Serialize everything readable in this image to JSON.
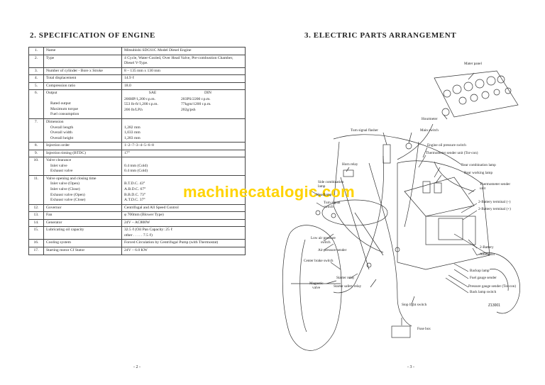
{
  "left": {
    "heading": "2. SPECIFICATION OF ENGINE",
    "page_number": "- 2 -",
    "rows": [
      {
        "num": "1.",
        "item": "Name",
        "value": "Mitsubishi SDC61C Model Diesel Engine"
      },
      {
        "num": "2.",
        "item": "Type",
        "value": "4 Cycle, Water-Cooled, Over Head Valve, Pre-combustion Chamber, Diesel V-Type."
      },
      {
        "num": "3.",
        "item": "Number of cylinder - Bore x Stroke",
        "value": "8 – 135 mm x 130 mm"
      },
      {
        "num": "4.",
        "item": "Total displacement",
        "value": "14.9 ℓ"
      },
      {
        "num": "5.",
        "item": "Compression ratio",
        "value": "18.0"
      },
      {
        "num": "6.",
        "item": "Output",
        "sae": "SAE",
        "din": "DIN",
        "subs": [
          {
            "label": "Rated output",
            "sae": "200HP/1,200 r.p.m.",
            "din": "203PS/2200 r.p.m."
          },
          {
            "label": "Maximum torque",
            "sae": "553 lb-ft/1,200 r.p.m.",
            "din": "77kgm/1200 r.p.m."
          },
          {
            "label": "Fuel consumption",
            "sae": "206 lb/LP.h",
            "din": "202g/psh"
          }
        ]
      },
      {
        "num": "7.",
        "item": "Dimension",
        "subs": [
          {
            "label": "Overall length",
            "value": "1,282 mm"
          },
          {
            "label": "Overall width",
            "value": "1,033 mm"
          },
          {
            "label": "Overall height",
            "value": "1,283 mm"
          }
        ]
      },
      {
        "num": "8.",
        "item": "Injection order",
        "value": "1–2–7–3–4–5–6–8"
      },
      {
        "num": "9.",
        "item": "Injection timing (BTDC)",
        "value": "17°"
      },
      {
        "num": "10.",
        "item": "Valve clearance",
        "subs": [
          {
            "label": "Inlet valve",
            "value": "0.4 mm (Cold)"
          },
          {
            "label": "Exhaust valve",
            "value": "0.4 mm (Cold)"
          }
        ]
      },
      {
        "num": "11.",
        "item": "Valve opening and closing time",
        "subs": [
          {
            "label": "Inlet valve (Open)",
            "value": "B.T.D.C. 43°"
          },
          {
            "label": "Inlet valve (Close)",
            "value": "A.B.D.C. 67°"
          },
          {
            "label": "Exhaust valve (Open)",
            "value": "B.B.D.C. 73°"
          },
          {
            "label": "Exhaust valve (Close)",
            "value": "A.T.D.C. 37°"
          }
        ]
      },
      {
        "num": "12.",
        "item": "Governor",
        "value": "Centrifugal and All Speed Control"
      },
      {
        "num": "13.",
        "item": "Fan",
        "value": "φ 700mm (Blower Type)"
      },
      {
        "num": "14.",
        "item": "Generator",
        "value": "24V – AC800W"
      },
      {
        "num": "15.",
        "item": "Lubricating oil capacity",
        "value": "32.5 ℓ (Oil Pan Capacity: 25 ℓ",
        "value2": "other . . . . . 7.5 ℓ)"
      },
      {
        "num": "16.",
        "item": "Cooling system",
        "value": "Forced Circulation by Centrifugal Pump (with Thermostat)"
      },
      {
        "num": "17.",
        "item": "Starting motor Cf Stator",
        "value": "24V – 6.0 KW"
      }
    ]
  },
  "right": {
    "heading": "3. ELECTRIC PARTS ARRANGEMENT",
    "page_number": "- 3 -",
    "figure_code": "Z13001",
    "labels": {
      "meter_panel": "Mater panel",
      "hourmeter": "Hourmeter",
      "turn_signal_flasher": "Turn signal flasher",
      "main_switch": "Main switch",
      "engine_oil_pressure_switch": "Engine oil pressure switch",
      "thermometer_sender_unit_torcon": "Thermometer sender unit (Tor-con)",
      "horn_relay": "Horn relay",
      "rear_combination_lamp": "Rear combination lamp",
      "rear_working_lamp": "Rear working lamp",
      "thermometer_sender_unit_1": "Thermometer sender",
      "thermometer_sender_unit_2": "unit",
      "side_combination_lamp_1": "Side combination",
      "side_combination_lamp_2": "lamp",
      "headlamp": "Headlamp",
      "turn_signal_switch_1": "Turn signal",
      "turn_signal_switch_2": "switch",
      "battery_terminal_minus": "2-Battery terminal (–)",
      "battery_terminal_plus": "2-Battery terminal (+)",
      "low_air_pressure_switch_1": "Low air pressure",
      "low_air_pressure_switch_2": "switch",
      "air_pressure_sender": "Air pressure sender",
      "battery": "2-Battery",
      "alternator": "Alternator",
      "center_brake_switch": "Center brake switch",
      "starter_relay": "Starter relay",
      "backup_lamp": "Backup lamp",
      "fuel_gauge_sender": "Fuel gauge sender",
      "magnetic_valve_1": "Magnetic",
      "magnetic_valve_2": "valve",
      "starter_safety_relay": "Starter safety relay",
      "pressure_gauge_sender": "Pressure gauge sender (Tor-con)",
      "back_lamp_switch": "Back lamp switch",
      "stop_light_switch": "Stop light switch",
      "fuse_box": "Fuse box"
    }
  },
  "watermark": "machinecatalogic.com"
}
